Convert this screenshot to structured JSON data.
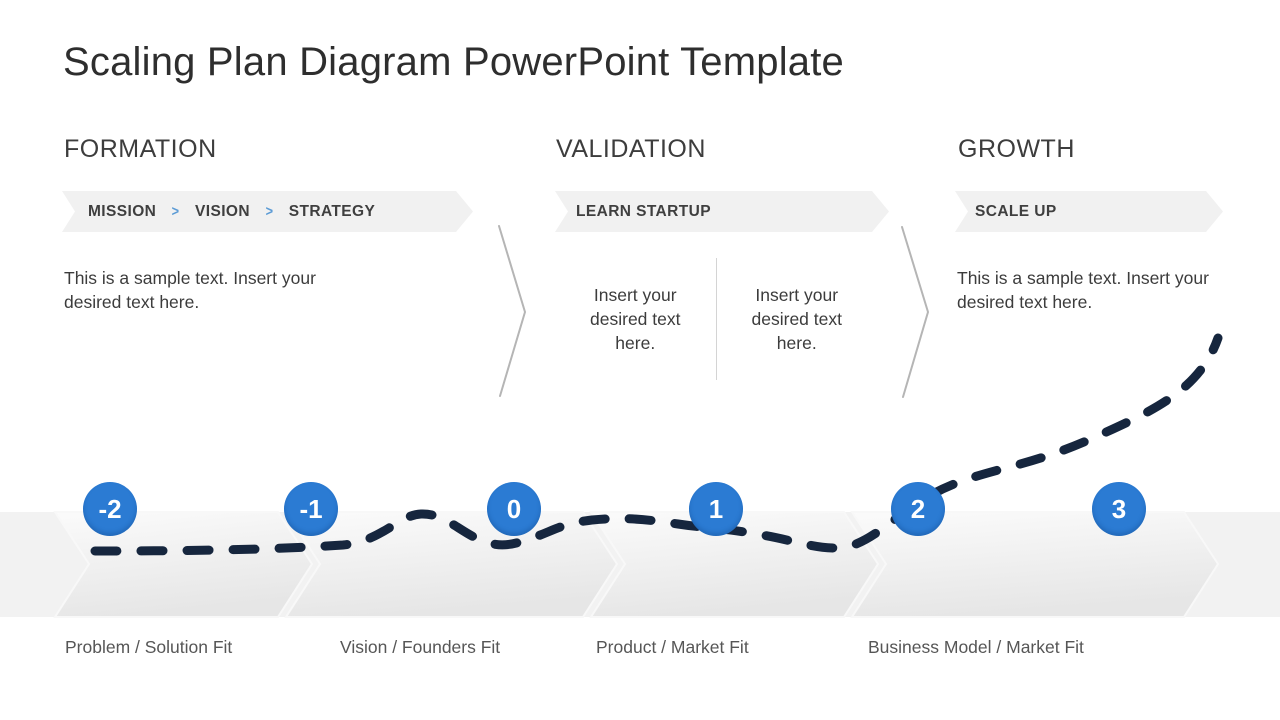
{
  "title": "Scaling Plan Diagram PowerPoint Template",
  "icons": {
    "chevron_right": ">"
  },
  "sections": [
    {
      "header": "FORMATION",
      "banner_items": [
        "MISSION",
        "VISION",
        "STRATEGY"
      ],
      "body": "This is a sample text. Insert your desired text here."
    },
    {
      "header": "VALIDATION",
      "banner_items": [
        "LEARN STARTUP"
      ],
      "columns": [
        "Insert your desired text here.",
        "Insert your desired text here."
      ]
    },
    {
      "header": "GROWTH",
      "banner_items": [
        "SCALE UP"
      ],
      "body": "This is a sample text. Insert your desired text here."
    }
  ],
  "timeline": {
    "milestones": [
      "-2",
      "-1",
      "0",
      "1",
      "2",
      "3"
    ],
    "stages": [
      "Problem / Solution Fit",
      "Vision / Founders Fit",
      "Product / Market Fit",
      "Business Model / Market Fit"
    ]
  },
  "colors": {
    "milestone_blue": "#2b7bd3",
    "chevron_blue": "#5b9bd5",
    "curve_navy": "#16263e",
    "banner_gray": "#f1f1f1",
    "separator_gray": "#b5b5b5"
  }
}
